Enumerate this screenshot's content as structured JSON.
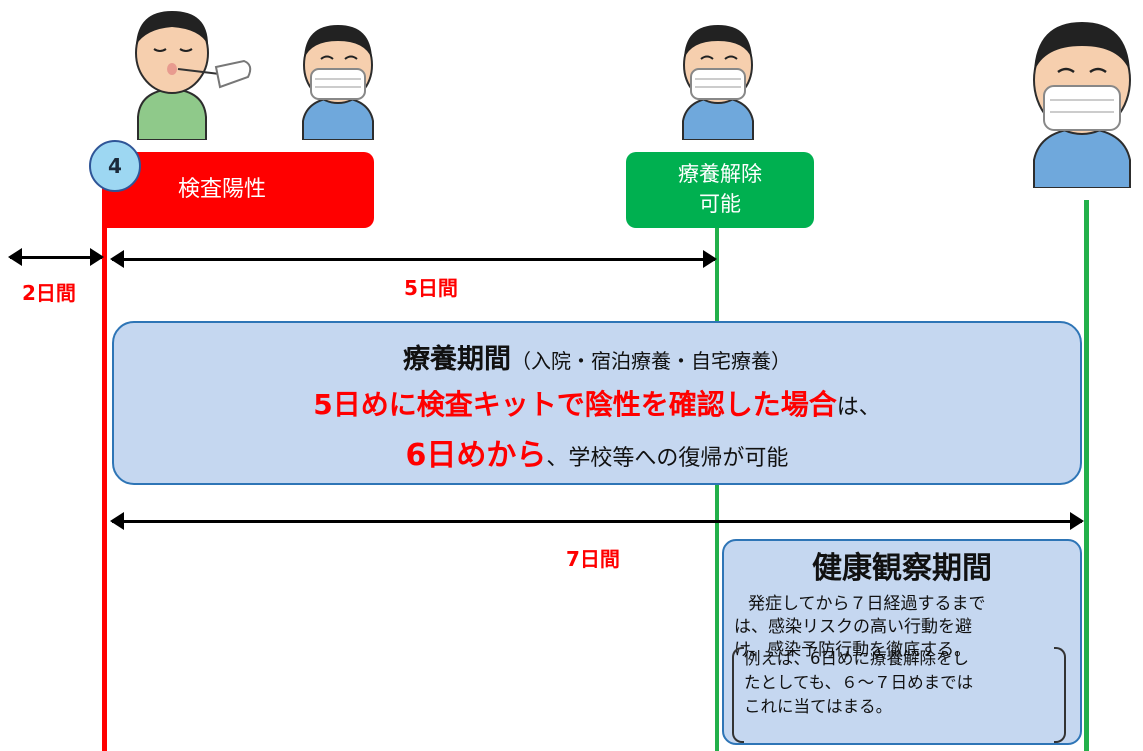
{
  "badge": "4",
  "positive_label": "検査陽性",
  "release": {
    "line1": "療養解除",
    "line2": "可能"
  },
  "arrows": {
    "two_days": "2日間",
    "five_days": "5日間",
    "seven_days": "7日間"
  },
  "period": {
    "title": "療養期間",
    "title_sub": "（入院・宿泊療養・自宅療養）",
    "line2_red": "5日めに検査キットで陰性を確認した場合",
    "line2_tail": "は、",
    "line3_red": "6日めから",
    "line3_tail": "、学校等への復帰が可能"
  },
  "health": {
    "title": "健康観察期間",
    "body_line1": "発症してから７日経過するまで",
    "body_line2": "は、感染リスクの高い行動を避",
    "body_line3": "け、感染予防行動を徹底する。",
    "note_line1": "例えば、6日めに療養解除をし",
    "note_line2": "たとしても、６～７日めまでは",
    "note_line3": "これに当てはまる。"
  },
  "colors": {
    "red": "#ff0000",
    "green": "#00b050",
    "light_blue": "#c5d7f0",
    "border_blue": "#2e75b6"
  }
}
